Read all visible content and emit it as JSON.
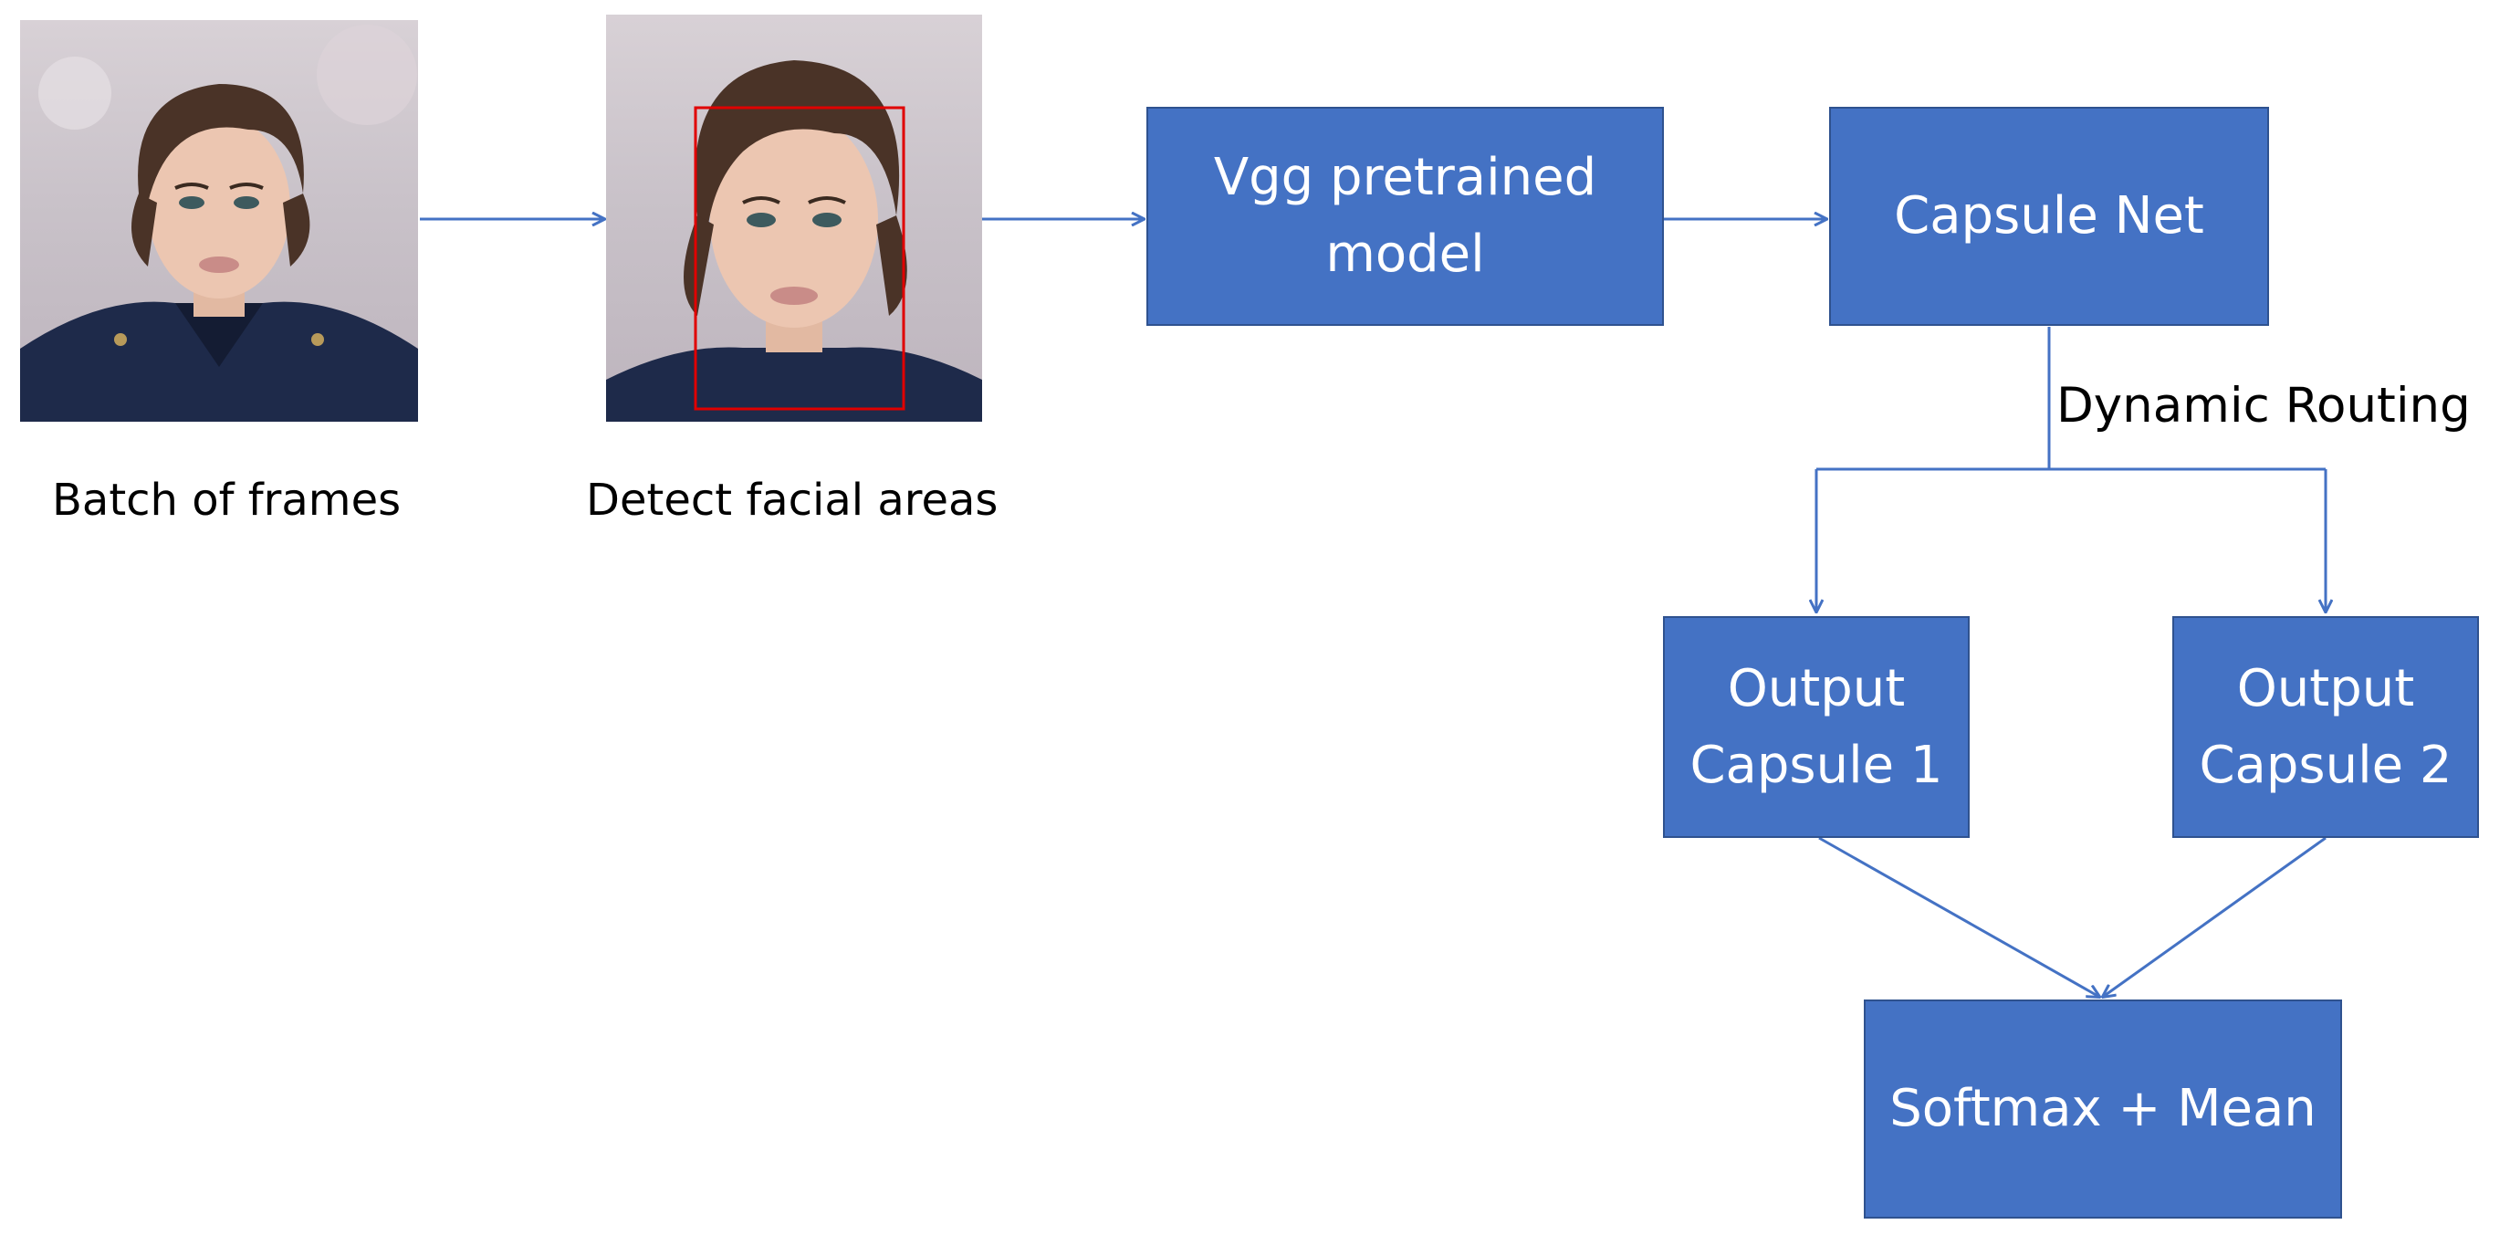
{
  "inputs": {
    "frames_label": "Batch of frames",
    "detect_label": "Detect facial areas"
  },
  "nodes": {
    "vgg": {
      "line1": "Vgg pretrained",
      "line2": "model"
    },
    "capsule_net": {
      "label": "Capsule Net"
    },
    "output1": {
      "line1": "Output",
      "line2": "Capsule 1"
    },
    "output2": {
      "line1": "Output",
      "line2": "Capsule 2"
    },
    "softmax": {
      "label": "Softmax + Mean"
    }
  },
  "edges": {
    "routing_label": "Dynamic Routing"
  },
  "colors": {
    "box_fill": "#4472c4",
    "box_border": "#2f528f",
    "arrow": "#4472c4",
    "detection_box": "#e00000"
  }
}
